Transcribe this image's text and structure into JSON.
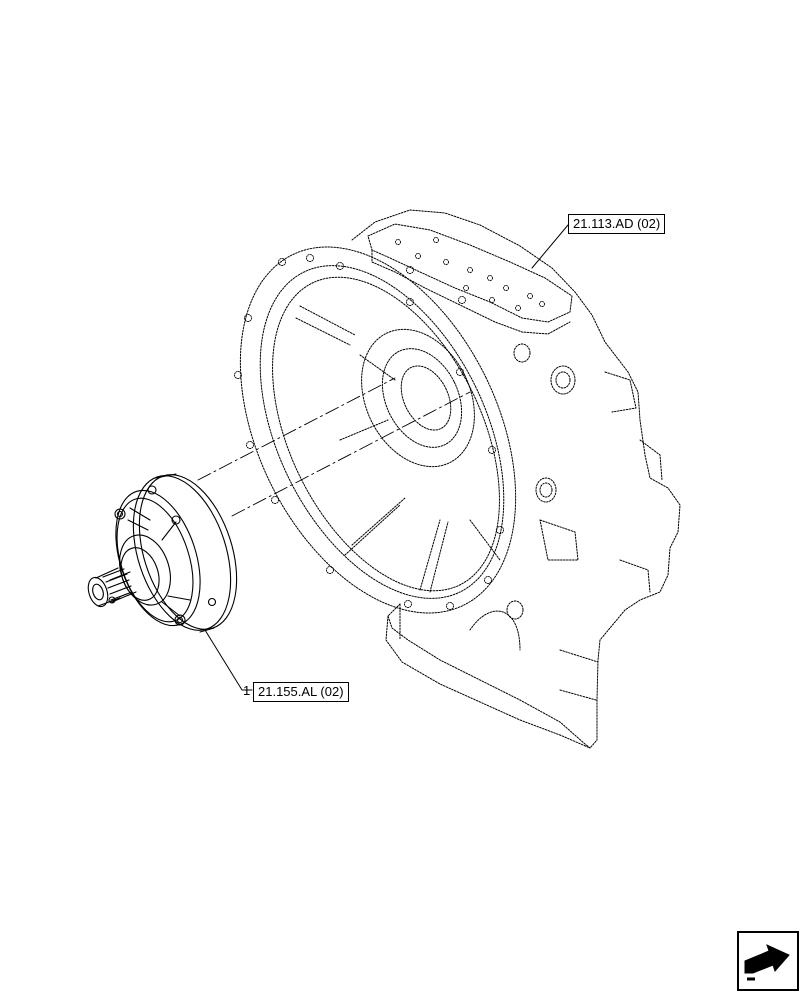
{
  "callouts": {
    "housing_ref": "21.113.AD (02)",
    "pump_item_number": "1",
    "pump_ref": "21.155.AL (02)"
  },
  "icons": {
    "navigation": "next-page-arrow-icon"
  }
}
